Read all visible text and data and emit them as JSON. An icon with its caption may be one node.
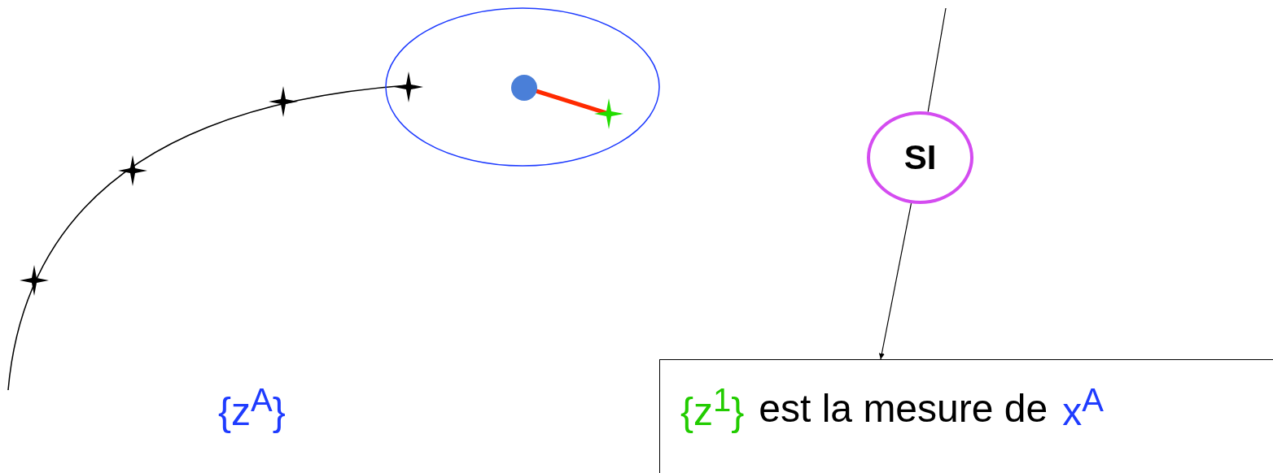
{
  "diagram": {
    "nodes": [
      {
        "text": [
          "SI"
        ]
      },
      {
        "text": [
          "{z$^{1}$}",
          "est la mesure de",
          "x$^{A}$"
        ]
      }
    ],
    "edges": [
      {
        "from": null,
        "to": 0,
        "arrow": "none"
      },
      {
        "from": 0,
        "to": 1,
        "arrow": "to"
      }
    ],
    "labels": [
      "{z$^{A}$}"
    ]
  }
}
